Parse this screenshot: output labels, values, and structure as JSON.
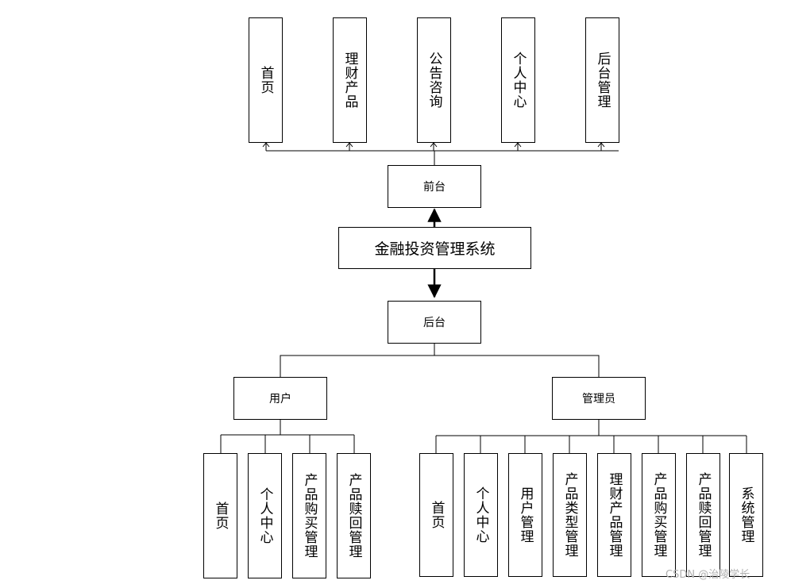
{
  "diagram": {
    "root": "金融投资管理系统",
    "frontend": {
      "label": "前台",
      "children": [
        "首页",
        "理财产品",
        "公告咨询",
        "个人中心",
        "后台管理"
      ]
    },
    "backend": {
      "label": "后台",
      "user": {
        "label": "用户",
        "children": [
          "首页",
          "个人中心",
          "产品购买管理",
          "产品赎回管理"
        ]
      },
      "admin": {
        "label": "管理员",
        "children": [
          "首页",
          "个人中心",
          "用户管理",
          "产品类型管理",
          "理财产品管理",
          "产品购买管理",
          "产品赎回管理",
          "系统管理"
        ]
      }
    }
  },
  "watermark": "CSDN @治陵学长"
}
